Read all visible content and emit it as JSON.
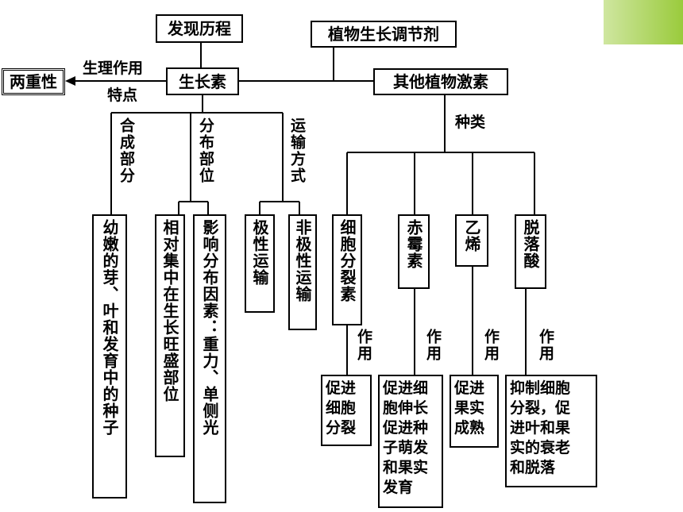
{
  "nodes": {
    "discovery": "发现历程",
    "regulators": "植物生长调节剂",
    "two_sides": "两重性",
    "auxin": "生长素",
    "other_hormones": "其他植物激素",
    "auxin_children": {
      "site_text": "幼嫩的芽、叶和发育中的种子",
      "concentrated": "相对集中在生长旺盛部位",
      "factors": "影响分布因素：重力、单侧光",
      "polar": "极性运输",
      "nonpolar": "非极性运输"
    },
    "hormones": {
      "cytokinin": "细胞分裂素",
      "gibberellin": "赤霉素",
      "ethylene": "乙烯",
      "aba": "脱落酸"
    },
    "effects": {
      "cytokinin": [
        "促进",
        "细胞",
        "分裂"
      ],
      "gibberellin": [
        "促进细",
        "胞伸长",
        "促进种",
        "子萌发",
        "和果实",
        "发育"
      ],
      "ethylene": [
        "促进",
        "果实",
        "成熟"
      ],
      "aba": [
        "抑制细胞",
        "分裂，促",
        "进叶和果",
        "实的衰老",
        "和脱落"
      ]
    }
  },
  "labels": {
    "physiology": "生理作用",
    "feature": "特点",
    "synthesis_site": "合成部分",
    "distribution": "分布部位",
    "transport": "运输方式",
    "kinds": "种类",
    "role": "作用"
  }
}
